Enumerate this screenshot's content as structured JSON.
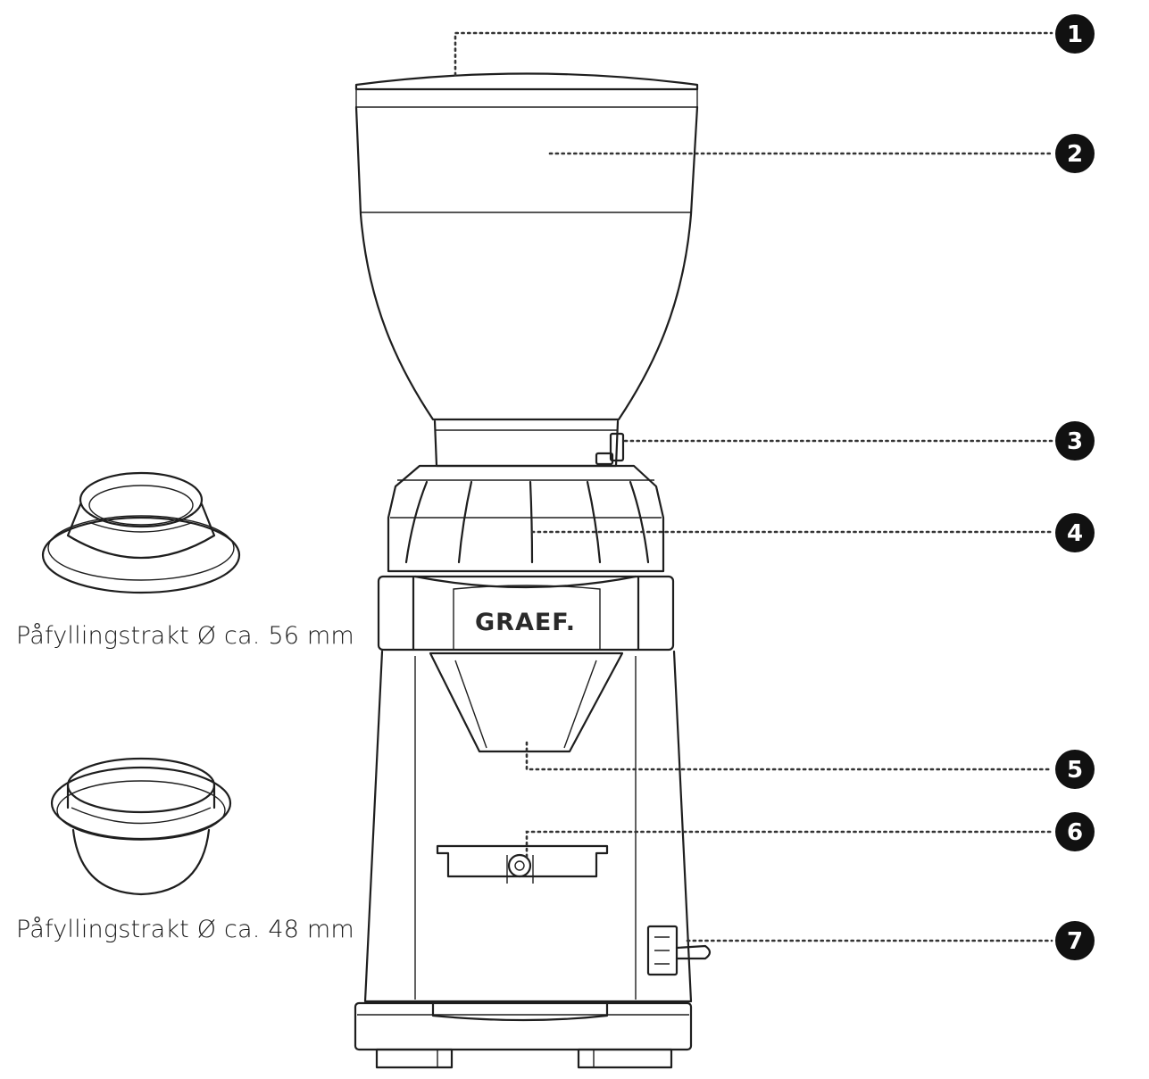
{
  "brand_logo": "GRAEF.",
  "callouts": [
    {
      "label": "1"
    },
    {
      "label": "2"
    },
    {
      "label": "3"
    },
    {
      "label": "4"
    },
    {
      "label": "5"
    },
    {
      "label": "6"
    },
    {
      "label": "7"
    }
  ],
  "accessories": [
    {
      "caption": "Påfyllingstrakt Ø ca. 56 mm"
    },
    {
      "caption": "Påfyllingstrakt  Ø ca. 48 mm"
    }
  ],
  "colors": {
    "line": "#1e1e1e",
    "badge": "#111111",
    "background": "#ffffff"
  }
}
